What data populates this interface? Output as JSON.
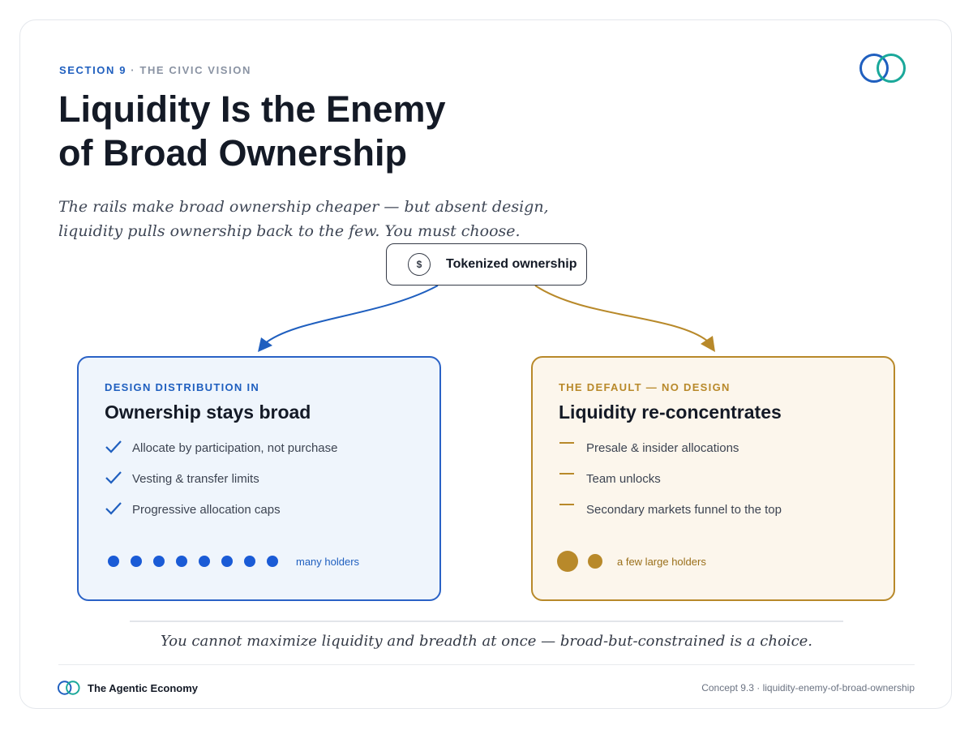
{
  "header": {
    "section_label": "SECTION 9",
    "separator": "·",
    "section_name": "THE CIVIC VISION",
    "title_line1": "Liquidity Is the Enemy",
    "title_line2": "of Broad Ownership",
    "subtitle_line1": "The rails make broad ownership cheaper — but absent design,",
    "subtitle_line2": "liquidity pulls ownership back to the few. You must choose."
  },
  "logo": {
    "icon": "interlocking-rings-icon",
    "colors": [
      "#1f5fbf",
      "#1aa89a"
    ]
  },
  "source": {
    "icon": "dollar-coin-icon",
    "icon_glyph": "$",
    "label": "Tokenized ownership"
  },
  "left_panel": {
    "eyebrow": "DESIGN DISTRIBUTION IN",
    "title": "Ownership stays broad",
    "marker_icon": "checkmark-icon",
    "items": [
      "Allocate by participation, not purchase",
      "Vesting & transfer limits",
      "Progressive allocation caps"
    ],
    "holder_count": 8,
    "holders_label": "many holders",
    "accent": "#2a62c6"
  },
  "right_panel": {
    "eyebrow": "THE DEFAULT — NO DESIGN",
    "title": "Liquidity re-concentrates",
    "marker_icon": "dash-icon",
    "items": [
      "Presale & insider allocations",
      "Team unlocks",
      "Secondary markets funnel to the top"
    ],
    "holder_count": 2,
    "holders_label": "a few large holders",
    "accent": "#b8892a"
  },
  "tagline": "You cannot maximize liquidity and breadth at once — broad-but-constrained is a choice.",
  "footer": {
    "brand": "The Agentic Economy",
    "concept": "Concept 9.3 · liquidity-enemy-of-broad-ownership"
  }
}
